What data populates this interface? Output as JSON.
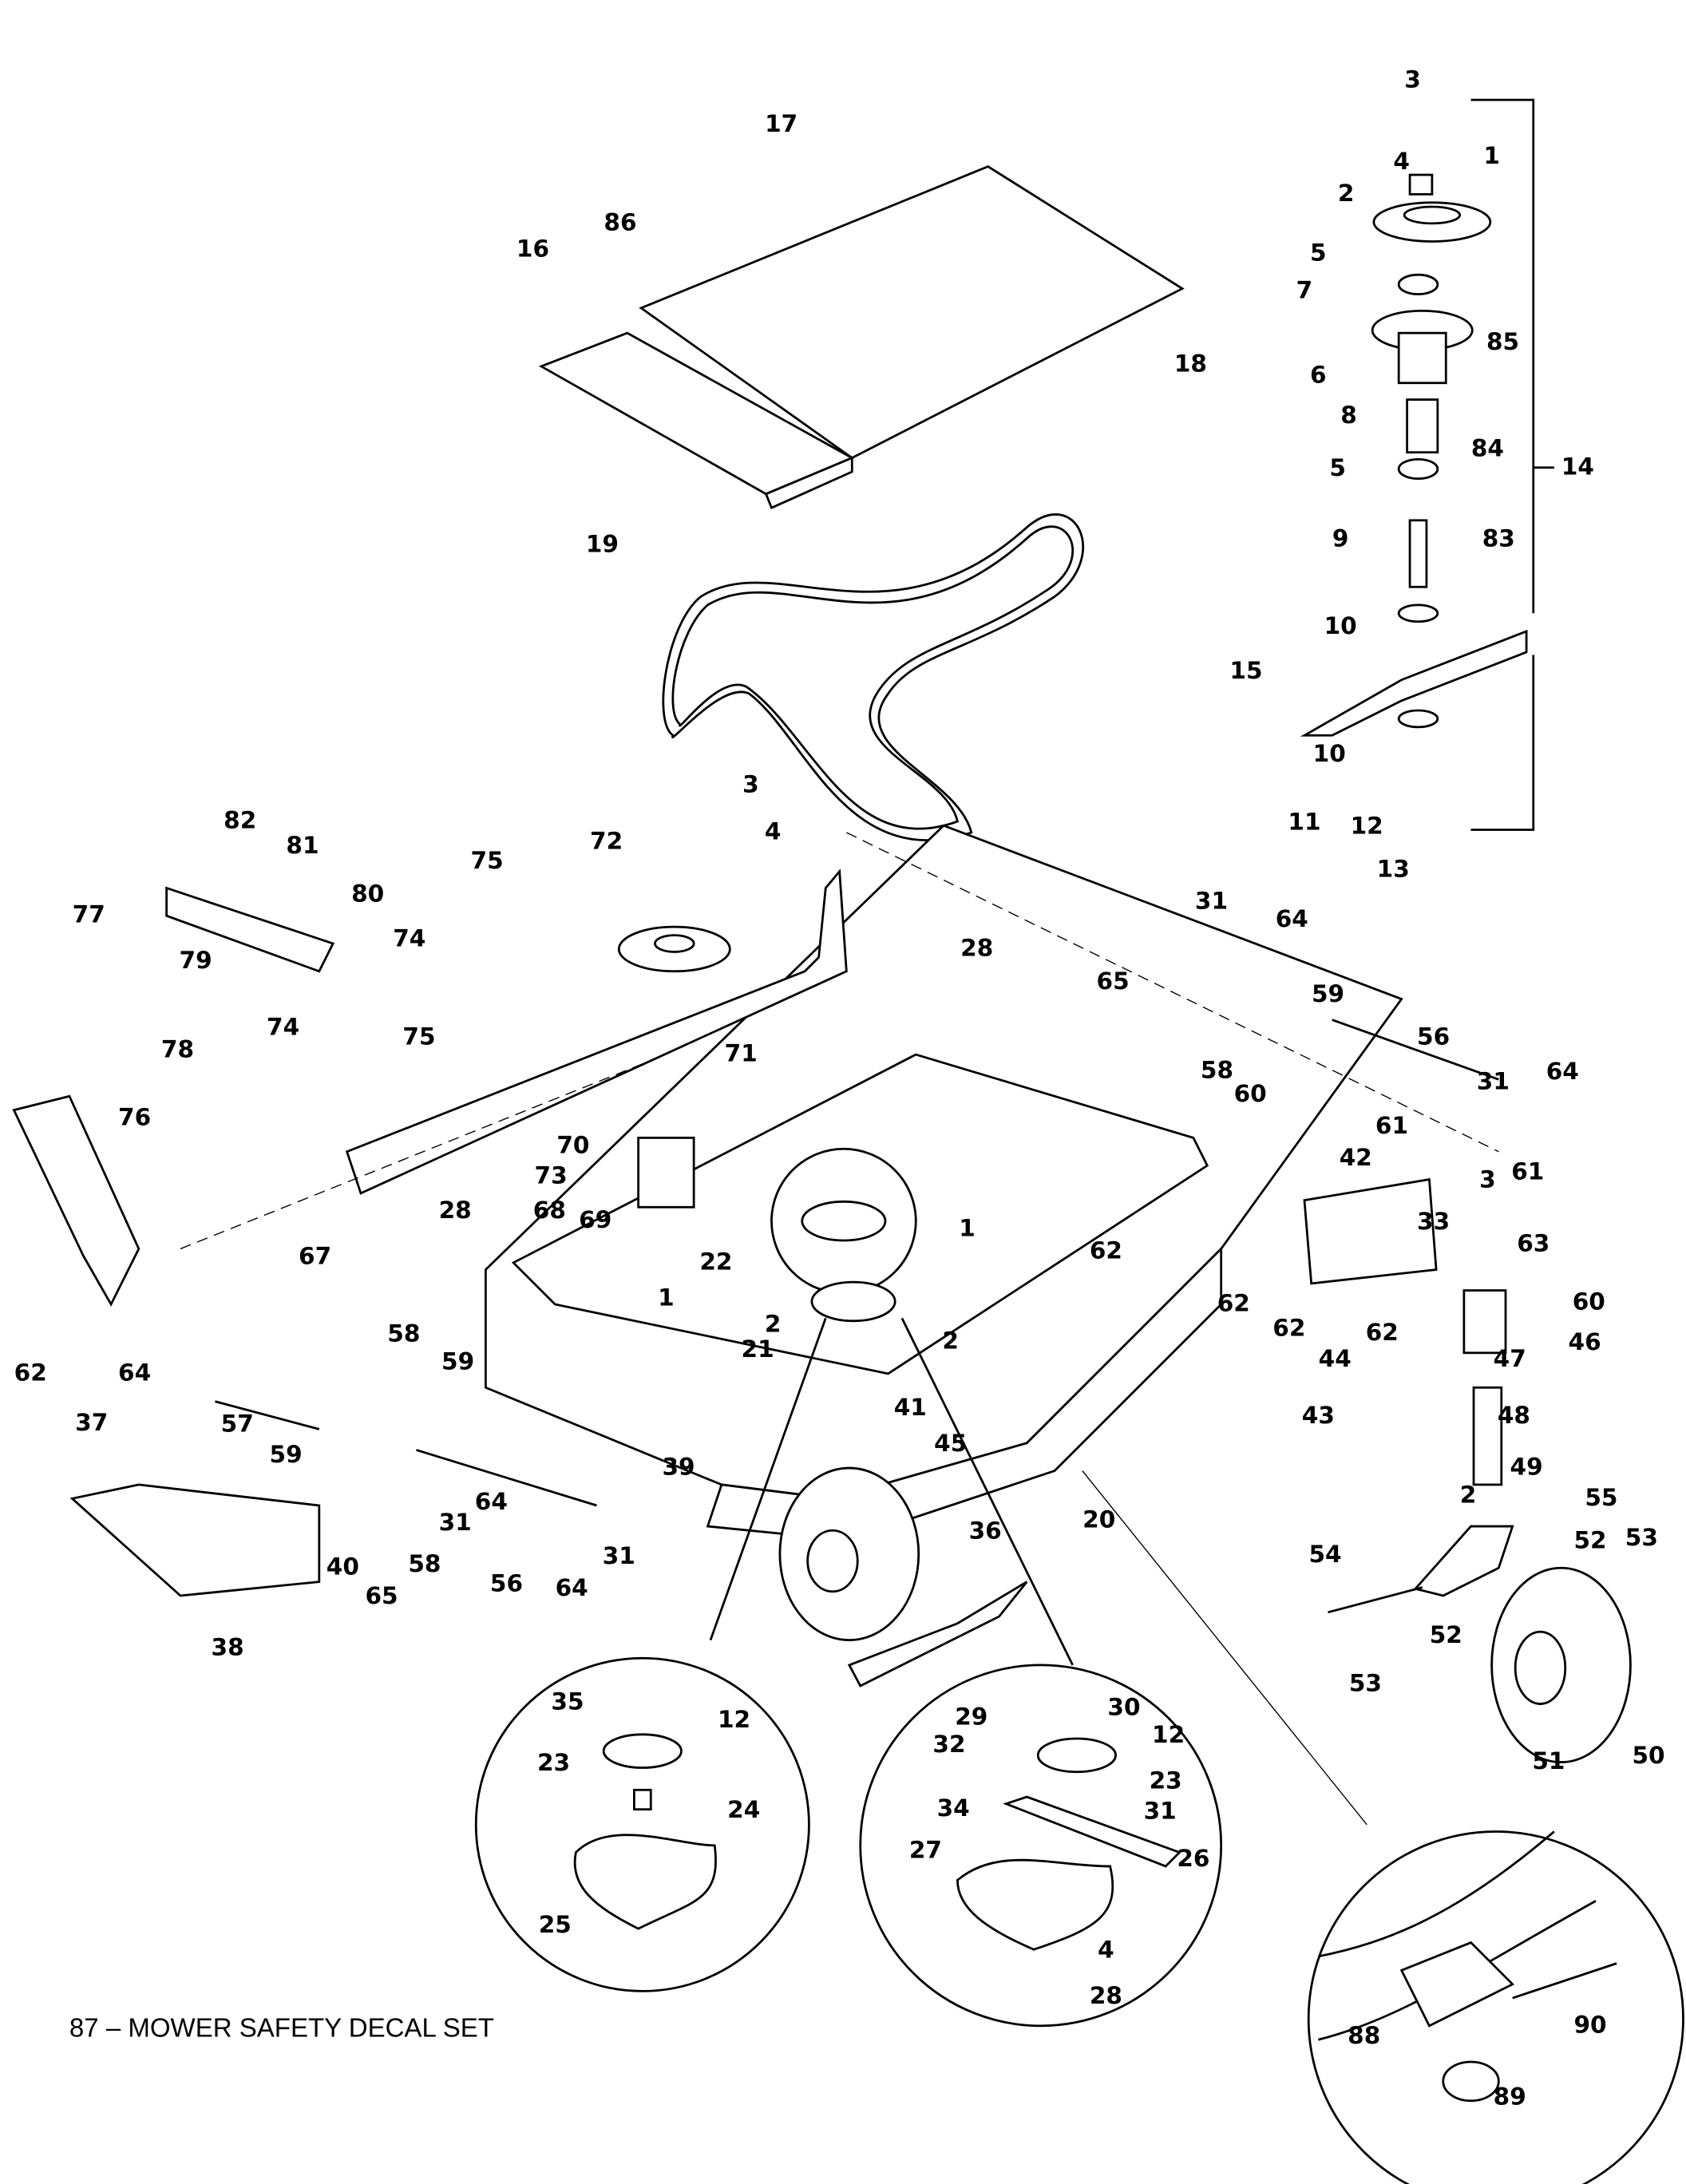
{
  "caption": "87 – MOWER SAFETY DECAL SET",
  "part_labels": [
    "3",
    "4",
    "2",
    "1",
    "5",
    "7",
    "85",
    "6",
    "8",
    "84",
    "5",
    "14",
    "9",
    "83",
    "10",
    "15",
    "10",
    "11",
    "12",
    "13",
    "17",
    "86",
    "16",
    "18",
    "19",
    "3",
    "4",
    "72",
    "82",
    "81",
    "80",
    "77",
    "79",
    "78",
    "75",
    "74",
    "74",
    "75",
    "76",
    "71",
    "70",
    "73",
    "69",
    "28",
    "31",
    "64",
    "65",
    "59",
    "58",
    "56",
    "60",
    "31",
    "64",
    "61",
    "61",
    "42",
    "3",
    "33",
    "63",
    "62",
    "62",
    "62",
    "62",
    "60",
    "46",
    "47",
    "44",
    "48",
    "43",
    "2",
    "49",
    "55",
    "54",
    "52",
    "53",
    "52",
    "53",
    "51",
    "50",
    "28",
    "68",
    "1",
    "1",
    "22",
    "21",
    "2",
    "2",
    "67",
    "58",
    "59",
    "62",
    "64",
    "57",
    "37",
    "59",
    "41",
    "39",
    "45",
    "64",
    "31",
    "40",
    "65",
    "58",
    "56",
    "64",
    "31",
    "38",
    "36",
    "20",
    "35",
    "12",
    "23",
    "24",
    "25",
    "29",
    "30",
    "12",
    "32",
    "23",
    "34",
    "31",
    "27",
    "26",
    "4",
    "28",
    "88",
    "90",
    "89"
  ]
}
